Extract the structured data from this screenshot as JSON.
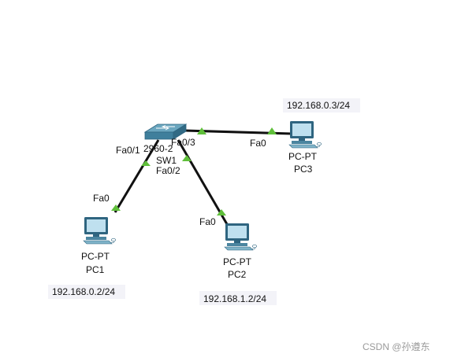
{
  "switch": {
    "model": "2960-2",
    "name": "SW1",
    "ports": {
      "to_pc1": "Fa0/1",
      "to_pc2": "Fa0/2",
      "to_pc3": "Fa0/3"
    }
  },
  "pcs": [
    {
      "type": "PC-PT",
      "name": "PC1",
      "port": "Fa0",
      "ip": "192.168.0.2/24"
    },
    {
      "type": "PC-PT",
      "name": "PC2",
      "port": "Fa0",
      "ip": "192.168.1.2/24"
    },
    {
      "type": "PC-PT",
      "name": "PC3",
      "port": "Fa0",
      "ip": "192.168.0.3/24"
    }
  ],
  "watermark": "CSDN @孙遵东",
  "colors": {
    "link": "#111111",
    "link_up": "#5fbf3a",
    "switch_top": "#6aa6bf",
    "switch_body": "#3f7f9c",
    "pc_screen": "#bfe0ef",
    "pc_frame": "#2f6580",
    "ip_bg": "#f3f3f8"
  }
}
